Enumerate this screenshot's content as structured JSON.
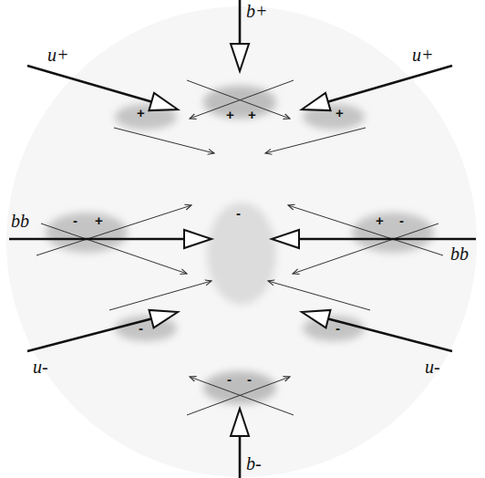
{
  "diagram": {
    "labels": [
      "b+",
      "+",
      "+",
      "u+",
      "u+",
      "+",
      "+",
      "-",
      "bb",
      "-",
      "+",
      "+",
      "-",
      "bb",
      "u-",
      "u-",
      "-",
      "-",
      "-",
      "-",
      "b-"
    ]
  }
}
